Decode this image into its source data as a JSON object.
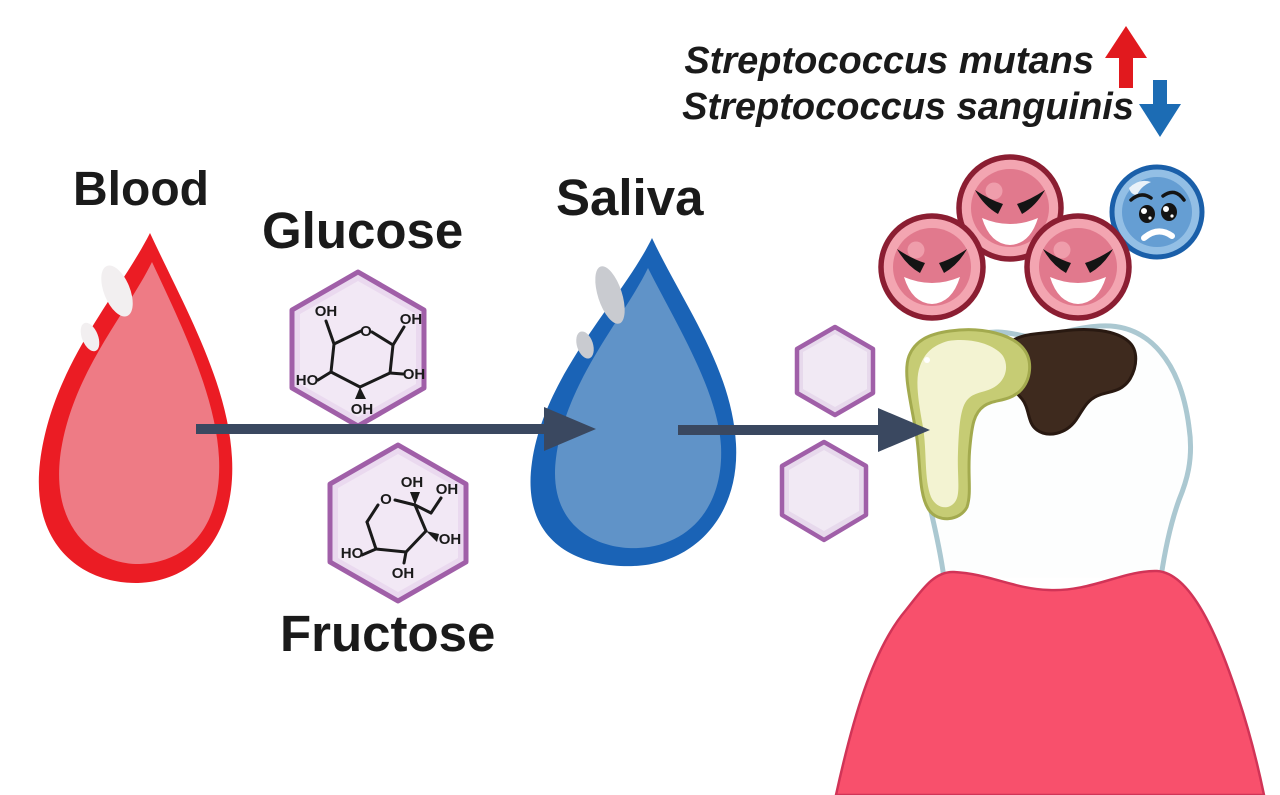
{
  "figure": {
    "labels": {
      "blood": "Blood",
      "glucose": "Glucose",
      "saliva": "Saliva",
      "fructose": "Fructose"
    },
    "bacteria_legend": {
      "line1": "Streptococcus mutans",
      "line1_trend": "increase",
      "line2": "Streptococcus sanguinis",
      "line2_trend": "decrease"
    },
    "molecules": {
      "glucose": {
        "ring_oxygen": "O",
        "top_oh": "OH",
        "anomeric_oh": "OH",
        "right_oh": "OH",
        "bottom_oh": "OH",
        "left_ho": "HO"
      },
      "fructose": {
        "ring_oxygen": "O",
        "anomeric_oh": "OH",
        "ch2oh_oh": "OH",
        "right_oh": "OH",
        "bottom_oh": "OH",
        "left_ho": "HO"
      }
    },
    "illustrations": {
      "blood_drop": "blood drop",
      "saliva_drop": "saliva drop",
      "sugar_hexagons": "sugar molecule hexagons",
      "mutans_bacteria_count": 3,
      "sanguinis_bacteria_count": 1,
      "tooth": "molar tooth with plaque and caries",
      "gum": "gum"
    }
  },
  "colors": {
    "background": "#ffffff",
    "text": "#1a1a1a",
    "flow_arrow": "#3a4860",
    "blood_outer": "#eb1c24",
    "blood_inner": "#ee7b85",
    "saliva_outer": "#1a63b6",
    "saliva_inner": "#6093c8",
    "hexagon_border": "#a05fa8",
    "hexagon_fill": "#ead9ef",
    "hexagon_inner": "#f3eaf6",
    "mutans_border": "#8b1e32",
    "mutans_ring": "#f3a5b1",
    "mutans_disk": "#e1798d",
    "sanguinis_border": "#1a5fa9",
    "sanguinis_ring": "#93bfe5",
    "sanguinis_disk": "#659ed3",
    "up_arrow": "#e1191e",
    "down_arrow": "#1c6cb4",
    "tooth_outline": "#abc8d1",
    "plaque_border": "#a3aa4e",
    "plaque_fill": "#c6cc74",
    "plaque_light": "#f3f3d2",
    "decay_fill": "#3e2a1e",
    "gum_fill": "#f8506c"
  }
}
